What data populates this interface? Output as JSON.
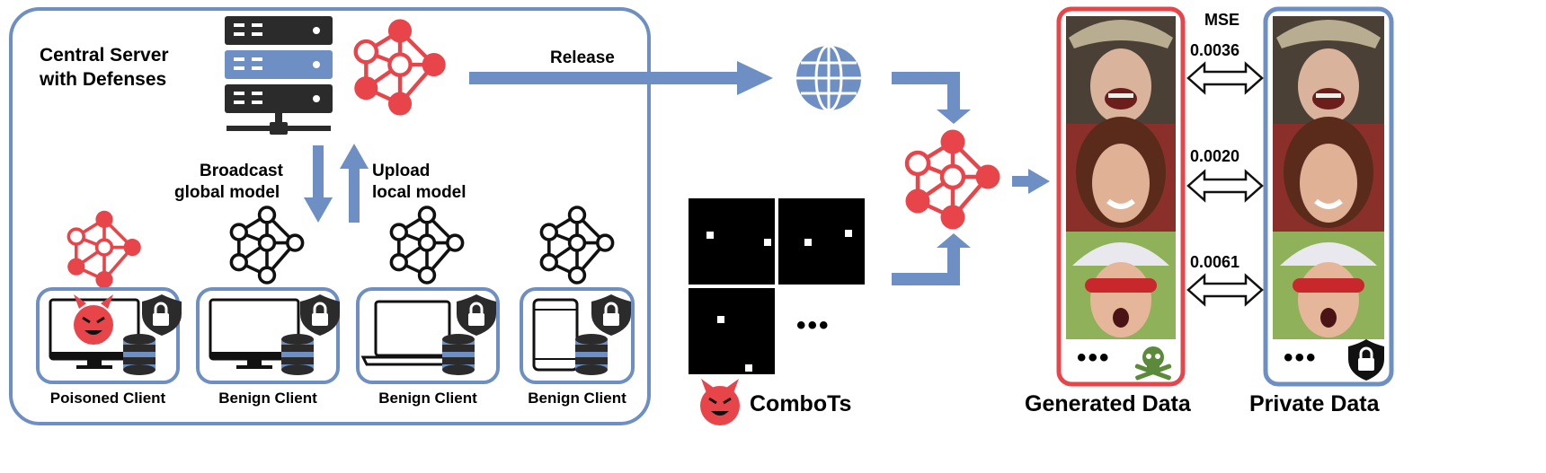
{
  "server": {
    "title_line1": "Central Server",
    "title_line2": "with Defenses"
  },
  "flow": {
    "release": "Release",
    "broadcast_line1": "Broadcast",
    "broadcast_line2": "global model",
    "upload_line1": "Upload",
    "upload_line2": "local model"
  },
  "clients": [
    {
      "label": "Poisoned Client",
      "device": "monitor",
      "poisoned": true
    },
    {
      "label": "Benign Client",
      "device": "monitor",
      "poisoned": false
    },
    {
      "label": "Benign Client",
      "device": "laptop",
      "poisoned": false
    },
    {
      "label": "Benign Client",
      "device": "tablet",
      "poisoned": false
    }
  ],
  "triggers": {
    "label": "ComboTs",
    "more": "•••"
  },
  "generated": {
    "label": "Generated Data",
    "more": "•••"
  },
  "private": {
    "label": "Private Data",
    "more": "•••"
  },
  "mse": {
    "header": "MSE",
    "values": [
      "0.0036",
      "0.0020",
      "0.0061"
    ]
  },
  "colors": {
    "accent_blue": "#6e8fc4",
    "poison_red": "#e8454a",
    "skull_green": "#5b8a3a"
  },
  "icons": [
    "server-icon",
    "neural-network-icon",
    "globe-icon",
    "devil-icon",
    "lock-shield-icon",
    "database-icon",
    "skull-icon"
  ]
}
